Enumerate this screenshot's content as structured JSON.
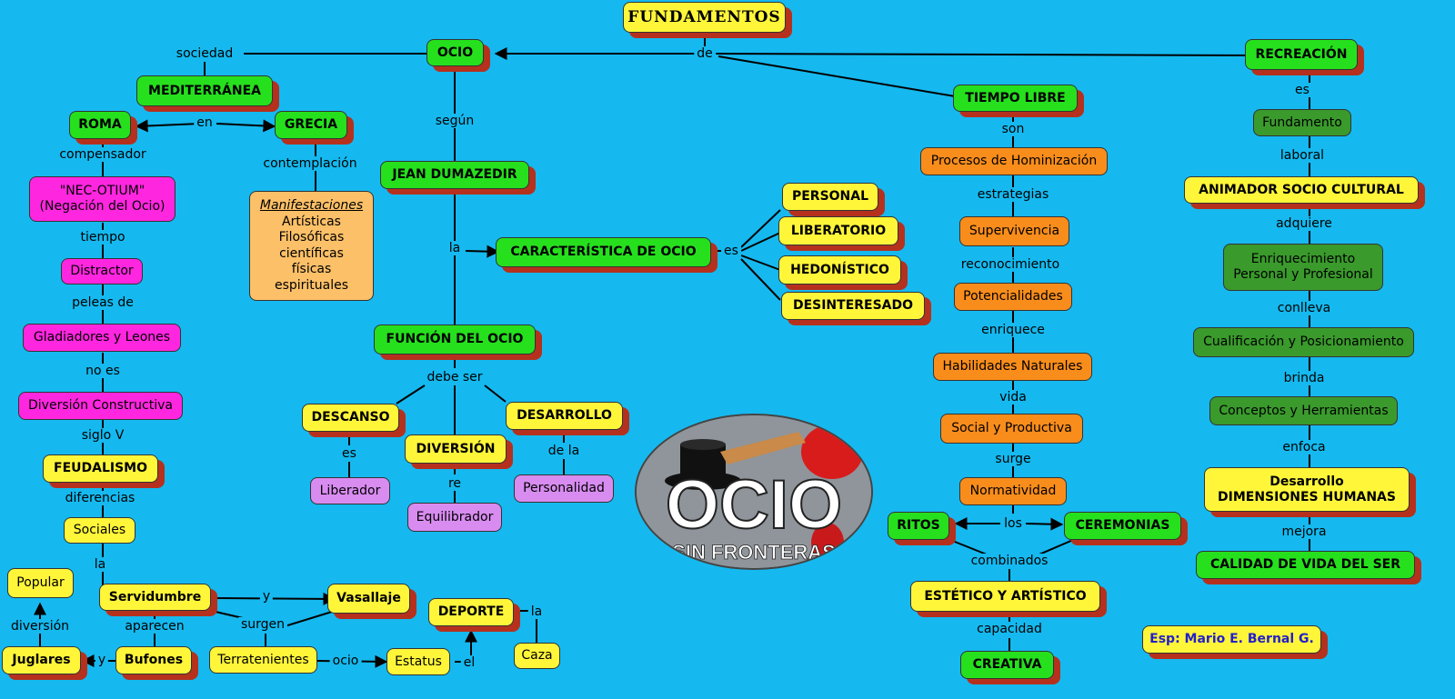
{
  "title": "FUNDAMENTOS",
  "author": "Esp: Mario E. Bernal G.",
  "logo": {
    "word": "OCIO",
    "sub": "SIN FRONTERAS"
  },
  "colors": {
    "background": "#15b9ef",
    "green": "#26e01e",
    "yellow": "#fff63a",
    "magenta": "#ff26e0",
    "orange": "#f98d1c",
    "purple": "#d88cf0",
    "dark_green": "#3a9a2c",
    "shadow": "#b5311e"
  },
  "nodes": {
    "ocio": "OCIO",
    "recreacion": "RECREACIÓN",
    "tiempo_libre": "TIEMPO LIBRE",
    "mediterranea": "MEDITERRÁNEA",
    "roma": "ROMA",
    "grecia": "GRECIA",
    "nec_otium": "\"NEC-OTIUM\"\n(Negación del Ocio)",
    "distractor": "Distractor",
    "gladiadores": "Gladiadores y Leones",
    "diversion_constructiva": "Diversión Constructiva",
    "feudalismo": "FEUDALISMO",
    "sociales": "Sociales",
    "servidumbre": "Servidumbre",
    "vasallaje": "Vasallaje",
    "popular": "Popular",
    "juglares": "Juglares",
    "bufones": "Bufones",
    "terratenientes": "Terratenientes",
    "estatus": "Estatus",
    "deporte": "DEPORTE",
    "caza": "Caza",
    "jean": "JEAN DUMAZEDIR",
    "caracteristica": "CARACTERÍSTICA DE OCIO",
    "personal": "PERSONAL",
    "liberatorio": "LIBERATORIO",
    "hedonistico": "HEDONÍSTICO",
    "desinteresado": "DESINTERESADO",
    "funcion": "FUNCIÓN DEL OCIO",
    "descanso": "DESCANSO",
    "diversion": "DIVERSIÓN",
    "desarrollo": "DESARROLLO",
    "liberador": "Liberador",
    "equilibrador": "Equilibrador",
    "personalidad": "Personalidad",
    "procesos": "Procesos de Hominización",
    "supervivencia": "Supervivencia",
    "potencialidades": "Potencialidades",
    "habilidades": "Habilidades Naturales",
    "social_productiva": "Social y Productiva",
    "normatividad": "Normatividad",
    "ritos": "RITOS",
    "ceremonias": "CEREMONIAS",
    "estetico": "ESTÉTICO Y ARTÍSTICO",
    "creativa": "CREATIVA",
    "fundamento": "Fundamento",
    "animador": "ANIMADOR SOCIO CULTURAL",
    "enriquecimiento": "Enriquecimiento\nPersonal y Profesional",
    "cualificacion": "Cualificación y Posicionamiento",
    "conceptos": "Conceptos y Herramientas",
    "dimensiones": "Desarrollo\nDIMENSIONES HUMANAS",
    "calidad": "CALIDAD DE VIDA DEL SER"
  },
  "manifestaciones": {
    "title": "Manifestaciones",
    "items": [
      "Artísticas",
      "Filosóficas",
      "científicas",
      "físicas",
      "espirituales"
    ]
  },
  "links": {
    "de": "de",
    "sociedad": "sociedad",
    "en": "en",
    "compensador": "compensador",
    "contemplacion": "contemplación",
    "tiempo": "tiempo",
    "peleas_de": "peleas de",
    "no_es": "no es",
    "siglo_v": "siglo V",
    "diferencias": "diferencias",
    "la_left": "la",
    "y_vasallaje": "y",
    "aparecen": "aparecen",
    "surgen": "surgen",
    "diversion": "diversión",
    "y_juglares": "y",
    "ocio": "ocio",
    "el": "el",
    "la_caza": "la",
    "segun": "según",
    "la_caracteristica": "la",
    "es_caracteristica": "es",
    "debe_ser": "debe ser",
    "es_liberador": "es",
    "re": "re",
    "de_la": "de la",
    "son": "son",
    "estrategias": "estrategias",
    "reconocimiento": "reconocimiento",
    "enriquece": "enriquece",
    "vida": "vida",
    "surge": "surge",
    "los": "los",
    "combinados": "combinados",
    "capacidad": "capacidad",
    "es_recreacion": "es",
    "laboral": "laboral",
    "adquiere": "adquiere",
    "conlleva": "conlleva",
    "brinda": "brinda",
    "enfoca": "enfoca",
    "mejora": "mejora"
  }
}
